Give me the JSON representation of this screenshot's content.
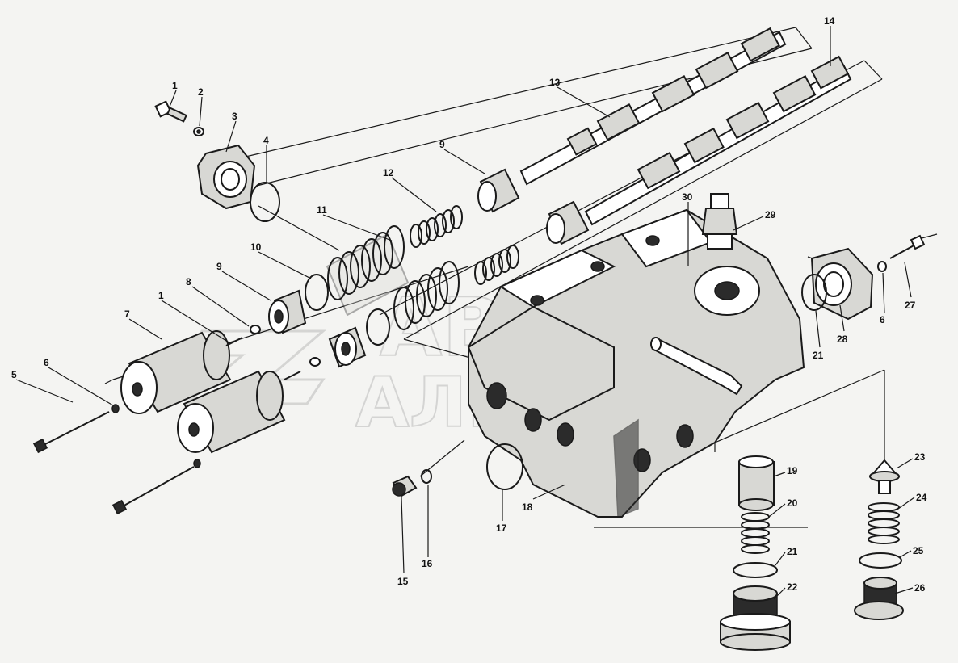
{
  "watermark": {
    "line1": "АВТО",
    "line2": "АЛЬЯНС"
  },
  "callouts": [
    {
      "id": "c1a",
      "text": "1"
    },
    {
      "id": "c2",
      "text": "2"
    },
    {
      "id": "c3",
      "text": "3"
    },
    {
      "id": "c4",
      "text": "4"
    },
    {
      "id": "c5",
      "text": "5"
    },
    {
      "id": "c6a",
      "text": "6"
    },
    {
      "id": "c7",
      "text": "7"
    },
    {
      "id": "c1b",
      "text": "1"
    },
    {
      "id": "c8",
      "text": "8"
    },
    {
      "id": "c9a",
      "text": "9"
    },
    {
      "id": "c10",
      "text": "10"
    },
    {
      "id": "c11",
      "text": "11"
    },
    {
      "id": "c12",
      "text": "12"
    },
    {
      "id": "c9b",
      "text": "9"
    },
    {
      "id": "c13",
      "text": "13"
    },
    {
      "id": "c14",
      "text": "14"
    },
    {
      "id": "c30",
      "text": "30"
    },
    {
      "id": "c29",
      "text": "29"
    },
    {
      "id": "c27",
      "text": "27"
    },
    {
      "id": "c6b",
      "text": "6"
    },
    {
      "id": "c28",
      "text": "28"
    },
    {
      "id": "c21a",
      "text": "21"
    },
    {
      "id": "c19",
      "text": "19"
    },
    {
      "id": "c20",
      "text": "20"
    },
    {
      "id": "c21b",
      "text": "21"
    },
    {
      "id": "c22",
      "text": "22"
    },
    {
      "id": "c23",
      "text": "23"
    },
    {
      "id": "c24",
      "text": "24"
    },
    {
      "id": "c25",
      "text": "25"
    },
    {
      "id": "c26",
      "text": "26"
    },
    {
      "id": "c15",
      "text": "15"
    },
    {
      "id": "c16",
      "text": "16"
    },
    {
      "id": "c17",
      "text": "17"
    },
    {
      "id": "c18",
      "text": "18"
    }
  ]
}
